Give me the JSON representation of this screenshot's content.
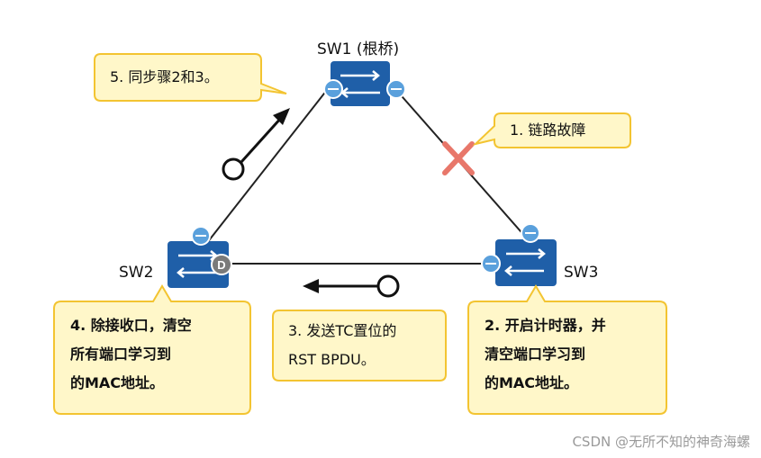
{
  "nodes": {
    "sw1": {
      "label": "SW1 (根桥)"
    },
    "sw2": {
      "label": "SW2",
      "port_badge": "D"
    },
    "sw3": {
      "label": "SW3"
    }
  },
  "callouts": {
    "step1": "1. 链路故障",
    "step2": "2. 开启计时器，并\n   清空端口学习到\n的MAC地址。",
    "step3": "3. 发送TC置位的\nRST BPDU。",
    "step4": "4. 除接收口，清空\n   所有端口学习到\n的MAC地址。",
    "step5": "5. 同步骤2和3。"
  },
  "watermark": "CSDN @无所不知的神奇海螺",
  "colors": {
    "switch_fill": "#1f5fa8",
    "port_circle": "#5aa0dc",
    "callout_fill": "#fff7c9",
    "callout_border": "#f3c431",
    "fault_mark": "#e8776a",
    "link": "#222222"
  }
}
